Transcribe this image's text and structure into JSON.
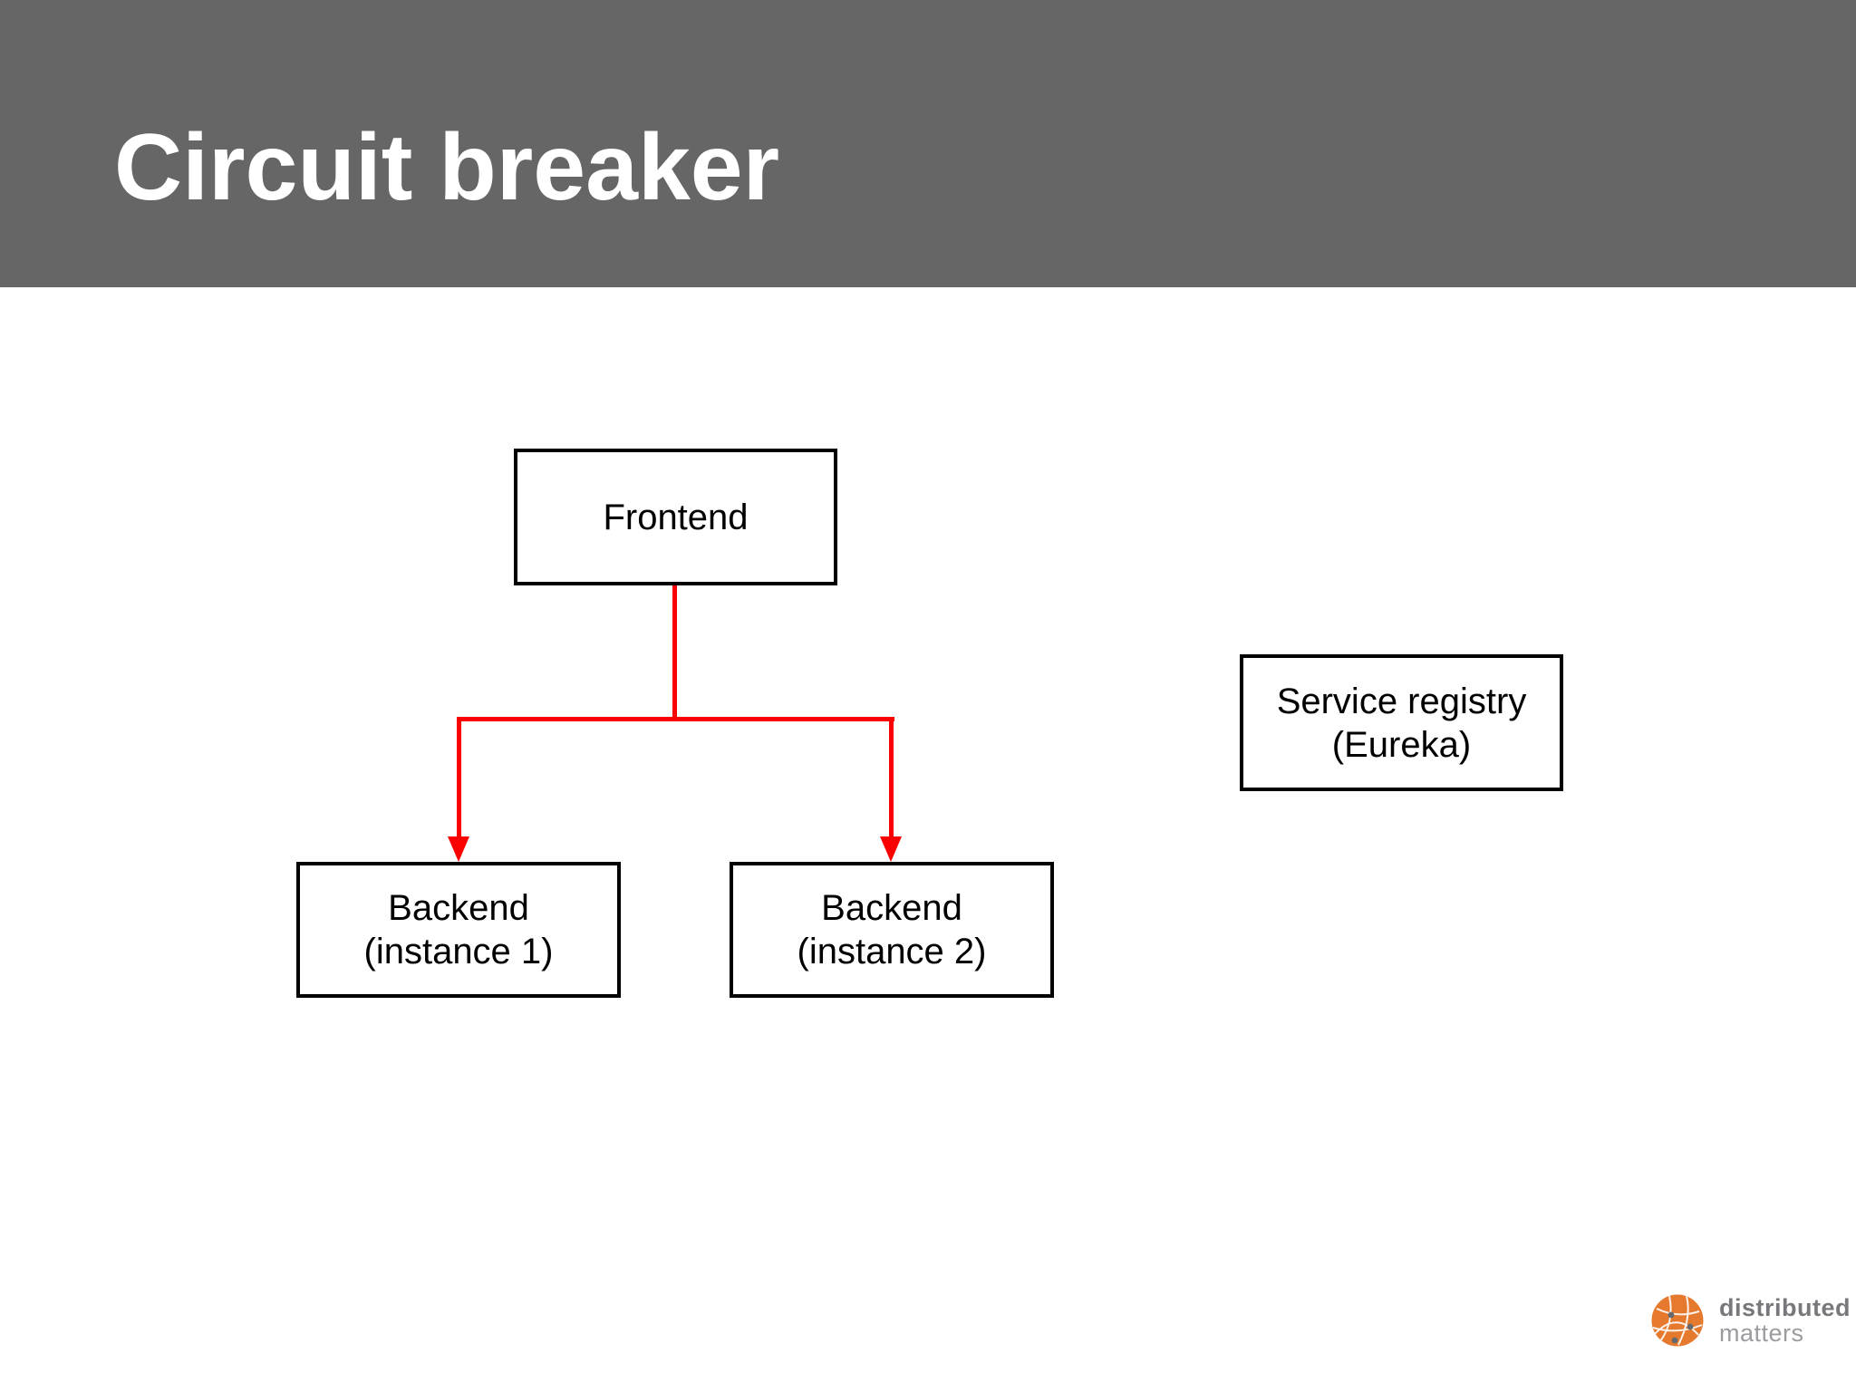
{
  "slide": {
    "title": "Circuit breaker"
  },
  "colors": {
    "header_bg": "#666667",
    "title": "#ffffff",
    "connector_red": "#fb0000",
    "box_border": "#000000",
    "box_bg": "#ffffff",
    "box_text": "#000000",
    "logo_orange": "#e5792e",
    "logo_node_gray": "#666a6e",
    "logo_text_bold": "#77787b",
    "logo_text_light": "#9b9c9f"
  },
  "diagram": {
    "nodes": {
      "frontend": {
        "label": "Frontend"
      },
      "service_registry": {
        "line1": "Service registry",
        "line2": "(Eureka)"
      },
      "backend1": {
        "line1": "Backend",
        "line2": "(instance 1)"
      },
      "backend2": {
        "line1": "Backend",
        "line2": "(instance 2)"
      }
    },
    "edges": [
      {
        "from": "frontend",
        "to": "backend1",
        "color": "#fb0000",
        "arrow": "down"
      },
      {
        "from": "frontend",
        "to": "backend2",
        "color": "#fb0000",
        "arrow": "down"
      }
    ]
  },
  "footer_logo": {
    "name_line1": "distributed",
    "name_line2": "matters"
  }
}
